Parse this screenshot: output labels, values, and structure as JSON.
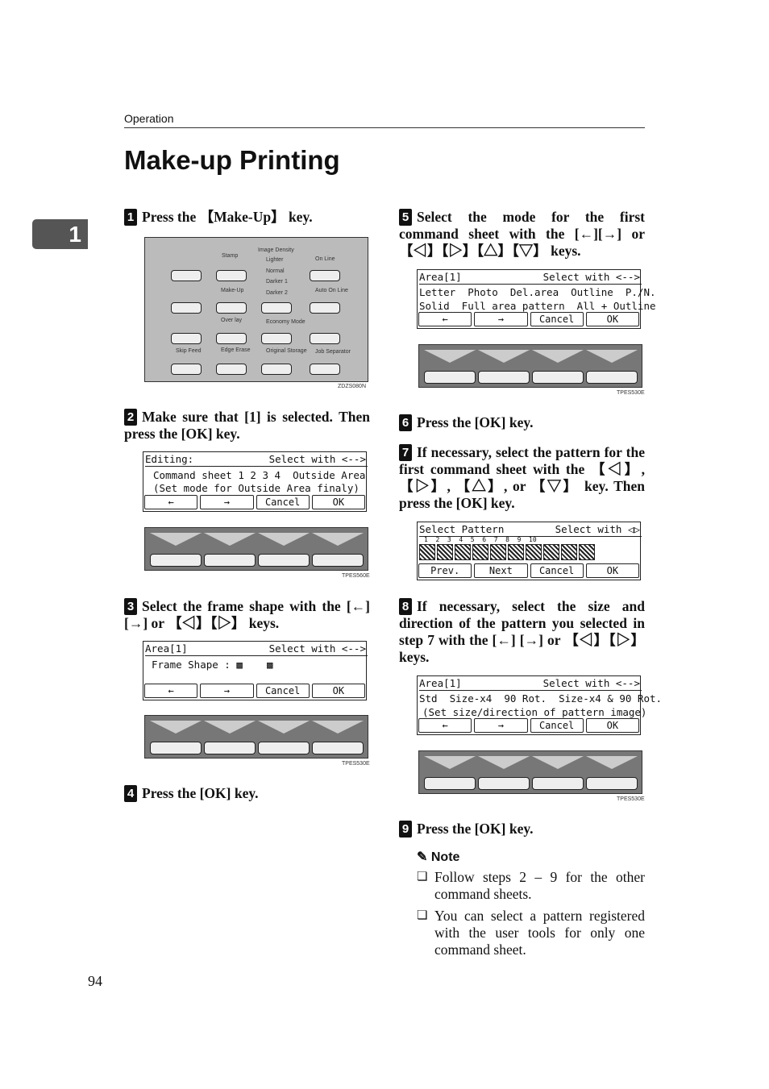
{
  "header": {
    "section": "Operation",
    "title": "Make-up Printing",
    "chapter": "1",
    "page": "94"
  },
  "steps": [
    {
      "n": "1",
      "text": "Press the 【Make-Up】 key."
    },
    {
      "n": "2",
      "text": "Make sure that [1] is selected. Then press the [OK] key."
    },
    {
      "n": "3",
      "text": "Select the frame shape with the [←] [→] or 【◁】【▷】 keys."
    },
    {
      "n": "4",
      "text": "Press the [OK] key."
    },
    {
      "n": "5",
      "text": "Select the mode for the first command sheet with the [←][→] or 【◁】【▷】【△】【▽】 keys."
    },
    {
      "n": "6",
      "text": "Press the [OK] key."
    },
    {
      "n": "7",
      "text": "If necessary, select the pattern for the first command sheet with the 【◁】, 【▷】, 【△】, or 【▽】 key. Then press the [OK] key."
    },
    {
      "n": "8",
      "text": "If necessary, select the size and direction of the pattern you selected in step 7 with the [←] [→] or 【◁】【▷】 keys."
    },
    {
      "n": "9",
      "text": "Press the [OK] key."
    }
  ],
  "panel": {
    "stamp": "Stamp",
    "make_up": "Make-Up",
    "over_lay": "Over lay",
    "skip_feed": "Skip Feed",
    "edge_erase": "Edge Erase",
    "image_density": "Image Density",
    "lighter": "Lighter",
    "normal": "Normal",
    "darker1": "Darker 1",
    "darker2": "Darker 2",
    "economy": "Economy Mode",
    "original_storage": "Original Storage",
    "on_line": "On Line",
    "auto_on_line": "Auto On Line",
    "job_sep": "Job Separator",
    "code": "ZDZS080N"
  },
  "lcd2": {
    "l1": "Editing:",
    "l1r": "Select with <-->",
    "l2": "Command sheet 1 2 3 4  Outside Area",
    "l3": "(Set mode for Outside Area finaly)",
    "code": "TPES560E"
  },
  "lcd3": {
    "l1": "Area[1]",
    "l1r": "Select with <-->",
    "l2": "Frame Shape : ▩    ▩",
    "code": "TPES530E"
  },
  "lcd5": {
    "l1": "Area[1]",
    "l1r": "Select with <-->",
    "l2": "Letter  Photo  Del.area  Outline  P./N.",
    "l3": "Solid  Full area pattern  All + Outline",
    "code": "TPES530E"
  },
  "lcd7": {
    "l1": "Select Pattern",
    "l1r": "Select with ◁▷",
    "nums": "1  2  3  4  5  6  7  8  9  10",
    "b1": "Prev.",
    "b2": "Next"
  },
  "lcd8": {
    "l1": "Area[1]",
    "l1r": "Select with <-->",
    "l2": "Std  Size-x4  90 Rot.  Size-x4 & 90 Rot.",
    "l3": "(Set size/direction of pattern image)",
    "code": "TPES530E"
  },
  "btns": {
    "left": "←",
    "right": "→",
    "cancel": "Cancel",
    "ok": "OK"
  },
  "note": {
    "title": "Note",
    "items": [
      "Follow steps 2 – 9 for the other command sheets.",
      "You can select a pattern registered with the user tools for only one command sheet."
    ]
  }
}
